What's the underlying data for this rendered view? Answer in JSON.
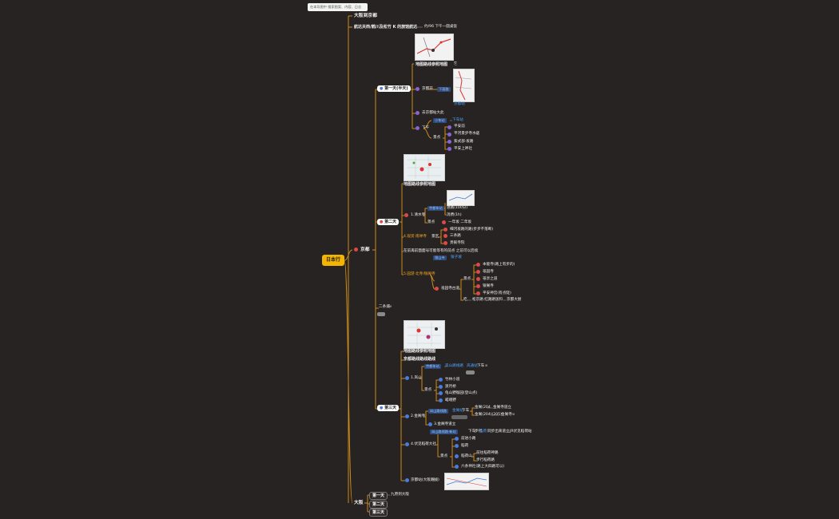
{
  "search": {
    "placeholder": "在本导图中 搜索图案、内容、日志"
  },
  "root": {
    "label": "日本行"
  },
  "lv1": {
    "osaka_to_kyoto": "大阪到京都",
    "kyoto_trip": "航达关西/鹤川及松竹 K 的旅馆航达",
    "kyoto_trip_note": "约/96 下午一圆桌饭",
    "kyoto": "京都",
    "osaka": "大阪"
  },
  "day1": {
    "label": "第一天(半天)",
    "map_note": "地图路线参照地图",
    "afternoon_start": "京都开",
    "tag1": "下面路",
    "blue_link": "京都站",
    "after_kyoto": "去京都站大此",
    "kawai": "下午",
    "tag2": "小车站",
    "tag3": "下车站",
    "scenic": "景点",
    "items": [
      "平安前",
      "平河景步寺水店",
      "紫式部·坂路",
      "平安上神社"
    ]
  },
  "day2": {
    "label": "第二天",
    "map_note": "地图路线参照地图",
    "group1": "1.清水寺",
    "tag1": "京都车站",
    "g1a": "进路(100分)",
    "g1b": "消费(1h)",
    "g1_scenic": "景点",
    "g1c": "一年坂 二年坂",
    "group2": "4.观赏·南禅寺",
    "g2_route": "景区",
    "g2_items": [
      "细河坂路的路(步步不落断)",
      "三条路",
      "贵碗寺院"
    ],
    "tips": "在前再前面面号可能等有的前点 之前可以后续",
    "group3": "5.园游·北寺/银阁寺",
    "tag3": "银山寺",
    "tag3b": "银子坡",
    "g3_temple": "祇园寺古道",
    "g3_scenic": "景点",
    "g3_items": [
      "本能寺(路上有步的)",
      "祇园寺",
      "祇享之道",
      "银阁寺",
      "平安神宫(有点陡)"
    ],
    "g3_eat": "吃",
    "g3_eat_a": "松京路·红路路饭料",
    "g3_eat_b": "京都大厨"
  },
  "two_day": {
    "label": "二条城"
  },
  "day3": {
    "label": "第三天",
    "map_note": "地图路线参照地图",
    "intro": "京都路线路线路线",
    "group1": "1.岚山",
    "tag1": "京都车站",
    "tag1b": "岚山路线路",
    "tag1c": "岚通站",
    "tag1d": "下车",
    "g1_scenic": "景点",
    "g1_items": [
      "竹林小道",
      "渡月桥",
      "龟山野猴园(登山点)",
      "嵯峨野"
    ],
    "group2": "2.金阁寺",
    "tag2": "岚山路线路",
    "tag2b": "金阁站",
    "tag2c": "下车",
    "g2a": "金阁(204",
    "g2a2": "金阁寺道立",
    "g2b": "金阁(204)(205)",
    "g2b2": "金阁寺",
    "g2c": "3.金阁寺道立",
    "group4": "4.伏见稻荷大社",
    "tag4": "岚山路线路·新站",
    "tag4b": "下车",
    "tag4c": "步行",
    "tag4d": "稻荷",
    "g4_tail": "同步出来道立",
    "g4_tail2": "JR伏见稻荷站",
    "g4_scenic": "景点",
    "g4_items": [
      "前进小路",
      "稻荷",
      "稻荷山",
      "六条神社(路上大四路可以)"
    ],
    "g4_sub": [
      "前往稻荷神路",
      "步行稻荷路"
    ],
    "tail": "京都站(大阪路线)"
  },
  "osaka_days": {
    "items": [
      "第一天",
      "第二天",
      "第三天"
    ],
    "first_note": "九原到大阪"
  }
}
